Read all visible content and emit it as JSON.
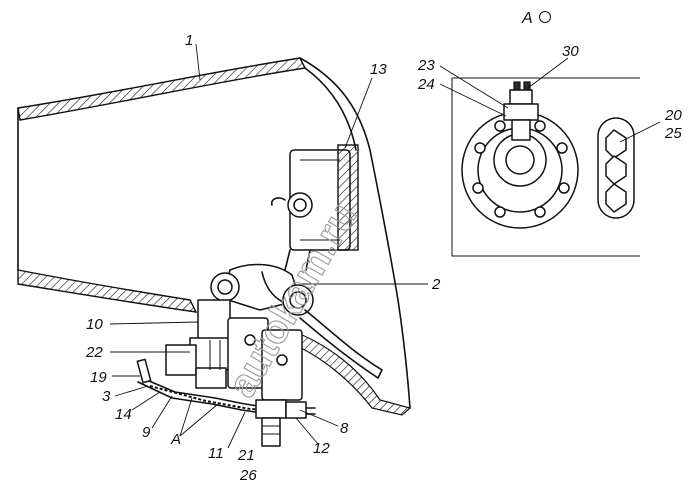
{
  "view_marker": {
    "letter": "А"
  },
  "watermark": "autokam.ru",
  "callouts": [
    {
      "id": "c1",
      "text": "1"
    },
    {
      "id": "c13",
      "text": "13"
    },
    {
      "id": "c2",
      "text": "2"
    },
    {
      "id": "c10",
      "text": "10"
    },
    {
      "id": "c22",
      "text": "22"
    },
    {
      "id": "c19",
      "text": "19"
    },
    {
      "id": "c3",
      "text": "3"
    },
    {
      "id": "c14",
      "text": "14"
    },
    {
      "id": "c9",
      "text": "9"
    },
    {
      "id": "cA",
      "text": "А"
    },
    {
      "id": "c11",
      "text": "11"
    },
    {
      "id": "c21",
      "text": "21"
    },
    {
      "id": "c26",
      "text": "26"
    },
    {
      "id": "c12",
      "text": "12"
    },
    {
      "id": "c8",
      "text": "8"
    },
    {
      "id": "c23",
      "text": "23"
    },
    {
      "id": "c24",
      "text": "24"
    },
    {
      "id": "c30",
      "text": "30"
    },
    {
      "id": "c20",
      "text": "20"
    },
    {
      "id": "c25",
      "text": "25"
    }
  ]
}
